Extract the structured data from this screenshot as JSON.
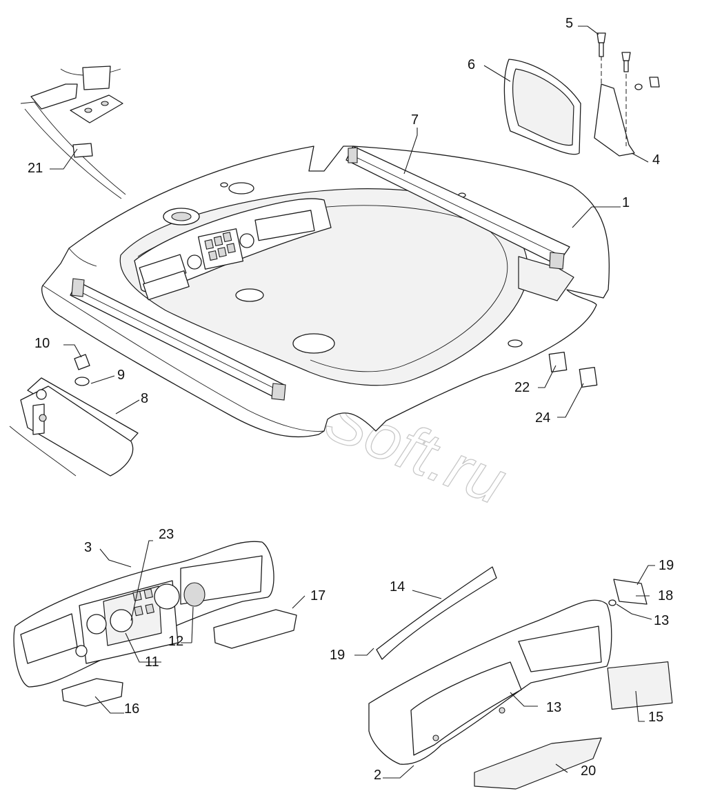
{
  "watermark": "AutoSoft.ru",
  "callouts": [
    "1",
    "2",
    "3",
    "4",
    "5",
    "6",
    "7",
    "8",
    "9",
    "10",
    "11",
    "12",
    "13",
    "13",
    "14",
    "15",
    "16",
    "17",
    "18",
    "19",
    "19",
    "20",
    "21",
    "22",
    "23",
    "24"
  ]
}
